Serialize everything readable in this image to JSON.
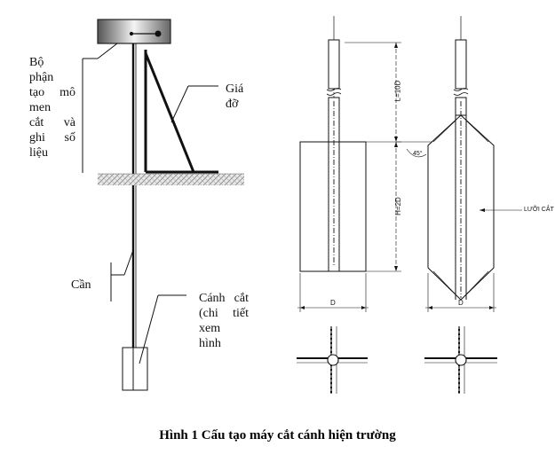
{
  "labels": {
    "device_lines": [
      "Bộ",
      "phận",
      "tạo mô",
      "men",
      "cắt và",
      "ghi số",
      "liệu"
    ],
    "support_lines": [
      "Giá",
      "đỡ"
    ],
    "rod": "Cần",
    "vane_lines": [
      "Cánh cắt",
      "(chi tiết",
      "xem",
      "hình"
    ],
    "blade_label": "LƯỠI CẮT",
    "dim_L": "L=10D",
    "dim_H": "H=2D",
    "dim_D1": "D",
    "dim_D2": "D",
    "angle": "45°"
  },
  "caption": "Hình 1 Cấu tạo máy cắt cánh hiện trường",
  "colors": {
    "line": "#111111",
    "ground_hatch": "#9a9a9a",
    "device_gradient_dark": "#555555",
    "device_gradient_light": "#f2f2f2"
  }
}
